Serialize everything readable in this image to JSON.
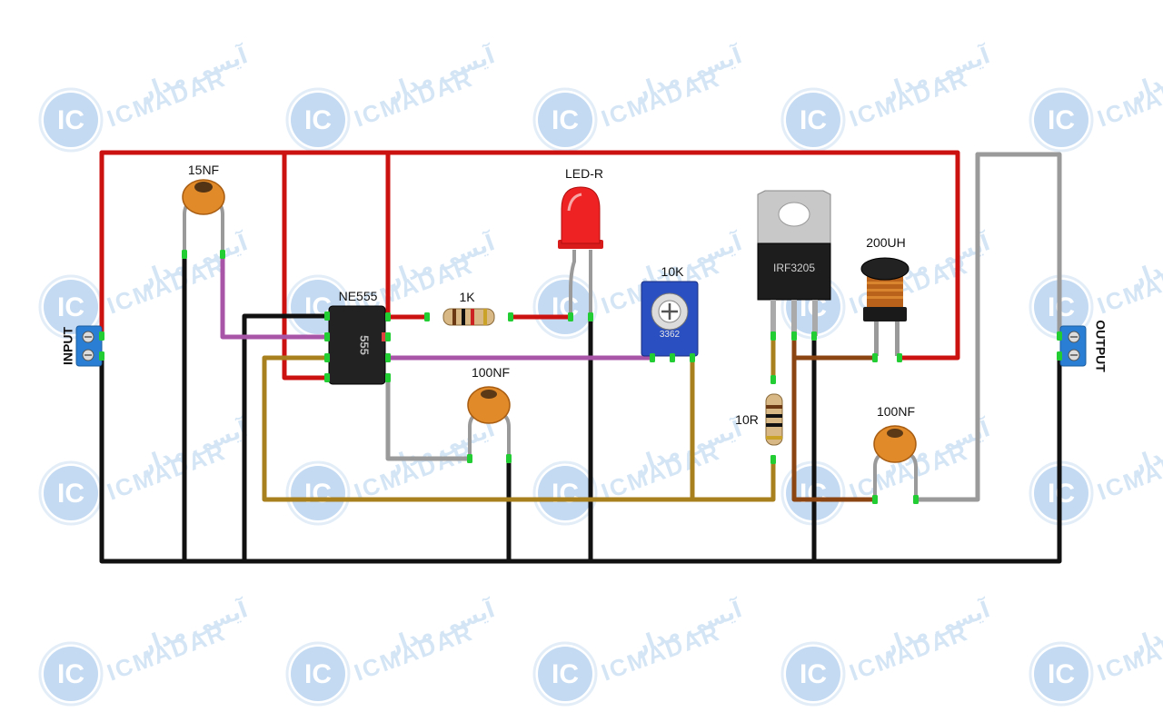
{
  "watermark": {
    "brand": "ICMADAR",
    "persian": "آیسی مدار",
    "logo": "IC"
  },
  "labels": {
    "cap1": "15NF",
    "ic": "NE555",
    "ic_marking": "555",
    "resistor1": "1K",
    "led": "LED-R",
    "pot": "10K",
    "pot_marking": "3362",
    "cap2": "100NF",
    "mosfet": "IRF3205",
    "inductor": "200UH",
    "resistor2": "10R",
    "cap3": "100NF",
    "input": "INPUT",
    "output": "OUTPUT"
  },
  "colors": {
    "vcc": "#cc1111",
    "ground": "#111111",
    "purple": "#a855a8",
    "gold": "#a8801e",
    "gray": "#9a9a9a",
    "brown": "#8b4513",
    "pin": "#22cc33",
    "ceramic": "#e08a2a",
    "led": "#ee2222",
    "terminal": "#2a7fd4",
    "pot": "#2a4fc0"
  }
}
